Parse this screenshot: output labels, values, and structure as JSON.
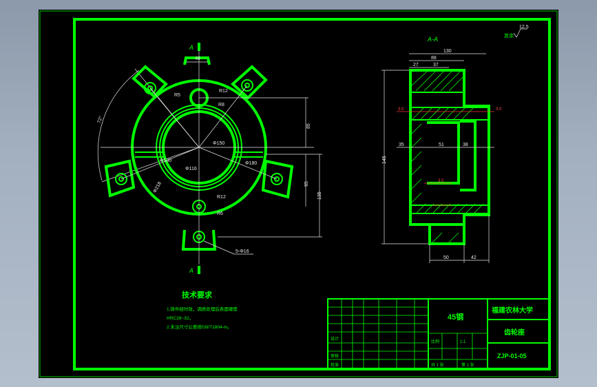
{
  "colors": {
    "line": "#00ff00",
    "dim": "#e8e8e8",
    "center": "#ff3030",
    "bg": "#000000"
  },
  "section_view": {
    "title": "A-A"
  },
  "roughness": {
    "label": "其余",
    "value": "12.5"
  },
  "plan_view": {
    "section_mark_top": "A",
    "section_mark_bottom": "A",
    "dims": {
      "width_top": "40",
      "r5": "R5",
      "r8": "R8",
      "r12_top": "R12",
      "r12_bottom": "R12",
      "r6": "R6",
      "angle": "72°",
      "d150": "Φ150",
      "d130": "Φ130",
      "d116": "Φ116",
      "d180": "Φ180",
      "d218": "Φ218",
      "v85": "85",
      "v95": "95",
      "v135": "135",
      "holes": "5-Φ16"
    }
  },
  "side_view": {
    "dims": {
      "w130": "130",
      "w88": "88",
      "w27": "27",
      "w37": "37",
      "h145": "145",
      "h35": "35",
      "d51": "51",
      "d38": "38",
      "b50": "50",
      "b42": "42",
      "c1": "3.0",
      "c2": "3.0",
      "c3": "3.0"
    }
  },
  "notes": {
    "title": "技术要求",
    "line1": "1.铸件经时效，调质处理后表面硬度",
    "line2": "  HRC28~32。",
    "line3": "2.未注尺寸公差按GB/T1804-m。"
  },
  "title_block": {
    "material": "45钢",
    "school": "福建农林大学",
    "part_name": "齿轮座",
    "drawing_no": "ZJP-01-05",
    "scale_label": "比例",
    "scale_value": "1:1",
    "sheet_total": "共 1 张",
    "sheet_no": "第 1 张",
    "designer": "设计",
    "checker": "审核",
    "approver": "批准"
  }
}
